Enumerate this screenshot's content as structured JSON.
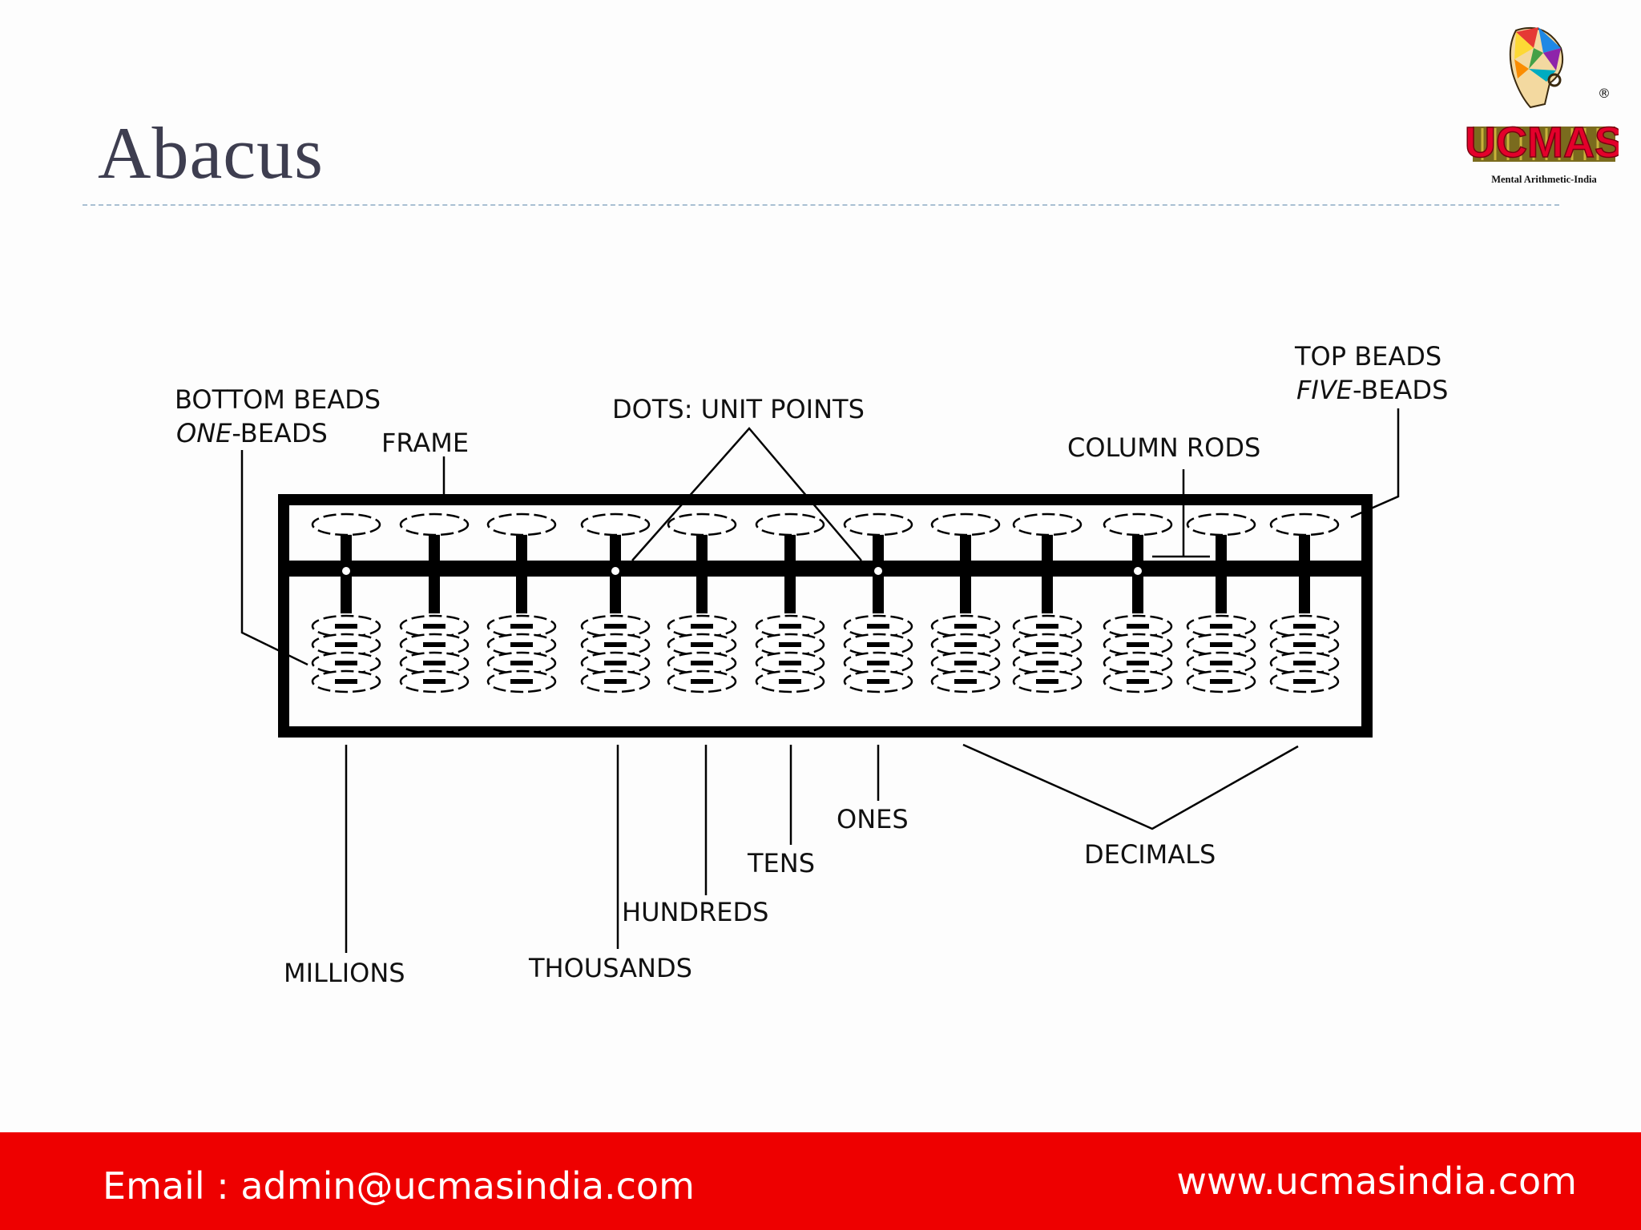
{
  "slide": {
    "title": "Abacus"
  },
  "logo": {
    "text": "UCMAS",
    "tagline": "Mental Arithmetic-India",
    "registered": "®"
  },
  "diagram": {
    "labels": {
      "bottom_beads": "BOTTOM BEADS",
      "one_beads_italic": "ONE",
      "one_beads_rest": "-BEADS",
      "frame": "FRAME",
      "dots": "DOTS: UNIT POINTS",
      "top_beads": "TOP BEADS",
      "five_beads_italic": "FIVE",
      "five_beads_rest": "-BEADS",
      "column_rods": "COLUMN RODS",
      "millions": "MILLIONS",
      "thousands": "THOUSANDS",
      "hundreds": "HUNDREDS",
      "tens": "TENS",
      "ones": "ONES",
      "decimals": "DECIMALS"
    },
    "rod_count": 12,
    "bottom_beads_per_rod": 4,
    "top_beads_per_rod": 1,
    "unit_point_rods": [
      1,
      4,
      7,
      10
    ]
  },
  "footer": {
    "email": "Email : admin@ucmasindia.com",
    "website": "www.ucmasindia.com",
    "color": "#ee0000"
  }
}
